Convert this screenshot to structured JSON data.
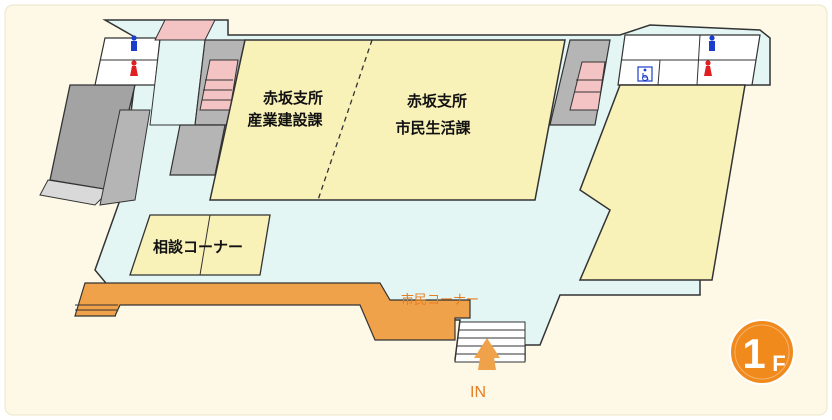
{
  "floor_badge": {
    "number": "1",
    "letter": "F"
  },
  "rooms": {
    "sangyo": {
      "line1": "赤坂支所",
      "line2": "産業建設課"
    },
    "shimin": {
      "line1": "赤坂支所",
      "line2": "市民生活課"
    },
    "sodan": {
      "label": "相談コーナー"
    }
  },
  "corridor_label": "市民コーナー",
  "entrance_label": "IN",
  "icons": {
    "restroom_male": "male-restroom-icon",
    "restroom_female": "female-restroom-icon",
    "accessible": "wheelchair-icon",
    "entrance": "entrance-arrow-icon"
  },
  "colors": {
    "background_tint": "#fdf9e6",
    "floor_corridor": "#e3f6f4",
    "room_fill": "#f8f1b8",
    "stair_gray": "#a3a3a3",
    "outline": "#333333",
    "accent_orange": "#f0a24a",
    "badge_orange": "#f08a1c",
    "male_blue": "#1a3ecb",
    "female_red": "#e02020",
    "stair_pink": "#f4c4c4"
  }
}
